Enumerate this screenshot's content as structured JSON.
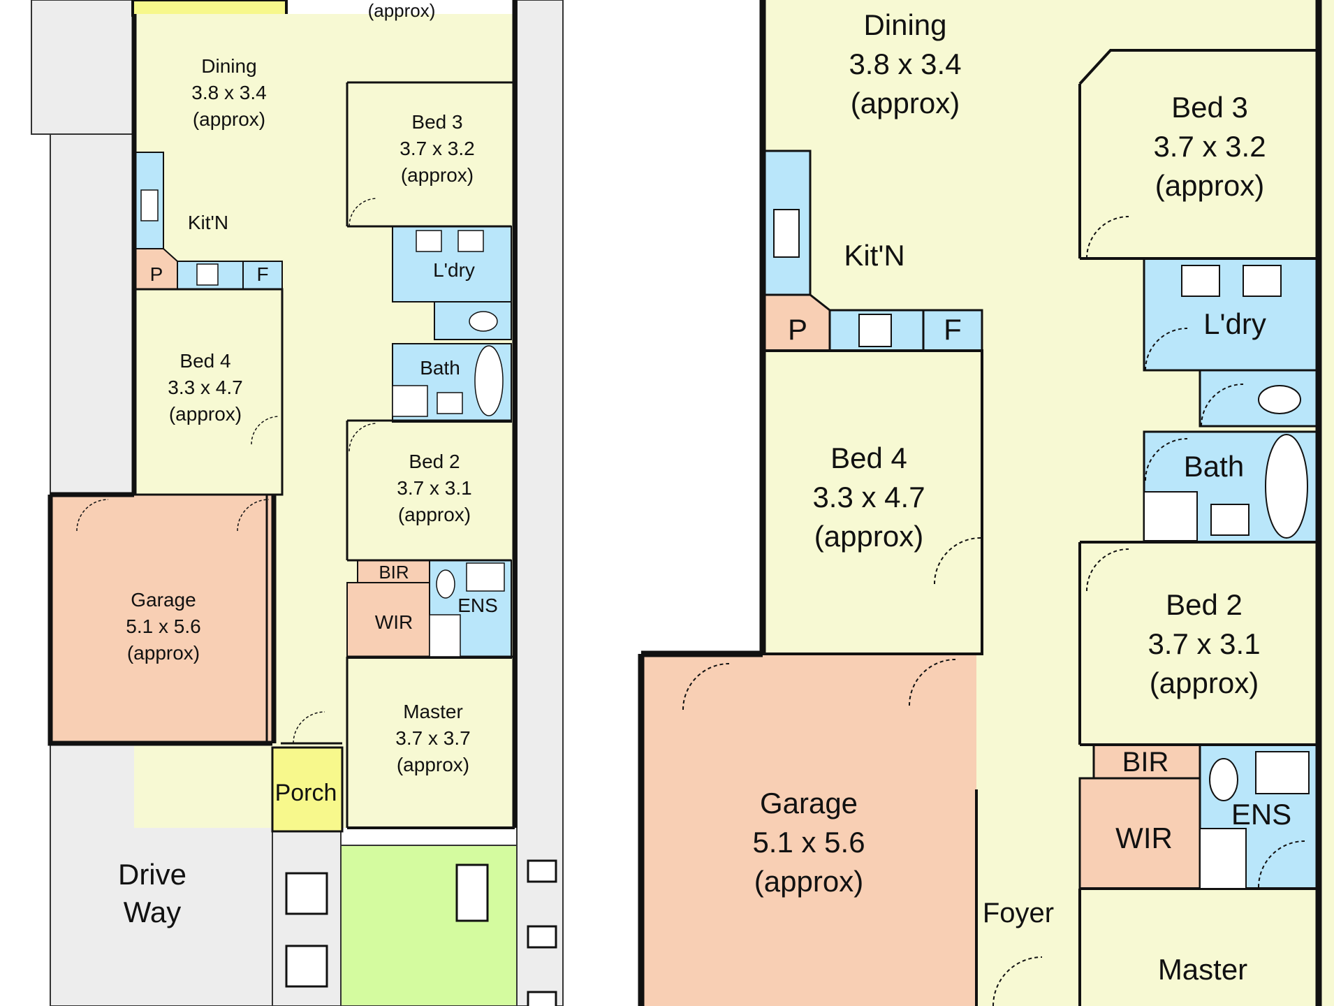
{
  "rooms": {
    "family_partial": {
      "line3": "(approx)"
    },
    "dining": {
      "name": "Dining",
      "size": "3.8 x 3.4",
      "approx": "(approx)"
    },
    "bed3": {
      "name": "Bed 3",
      "size": "3.7 x 3.2",
      "approx": "(approx)"
    },
    "kitchen": {
      "name": "Kit'N"
    },
    "pantry": {
      "name": "P"
    },
    "fridge": {
      "name": "F"
    },
    "laundry": {
      "name": "L'dry"
    },
    "bath": {
      "name": "Bath"
    },
    "bed4": {
      "name": "Bed 4",
      "size": "3.3 x 4.7",
      "approx": "(approx)"
    },
    "bed2": {
      "name": "Bed 2",
      "size": "3.7 x 3.1",
      "approx": "(approx)"
    },
    "garage": {
      "name": "Garage",
      "size": "5.1 x 5.6",
      "approx": "(approx)"
    },
    "bir": {
      "name": "BIR"
    },
    "wir": {
      "name": "WIR"
    },
    "ens": {
      "name": "ENS"
    },
    "master": {
      "name": "Master",
      "size": "3.7 x 3.7",
      "approx": "(approx)"
    },
    "porch": {
      "name": "Porch"
    },
    "foyer": {
      "name": "Foyer"
    },
    "driveway": {
      "line1": "Drive",
      "line2": "Way"
    }
  },
  "colors": {
    "living": "#f7f9d3",
    "wet": "#b9e6fa",
    "storage": "#f8cfb4",
    "outdoor_paving": "#ededed",
    "lawn": "#d4fb9f",
    "porch": "#f7f88c",
    "wall": "#111111"
  }
}
